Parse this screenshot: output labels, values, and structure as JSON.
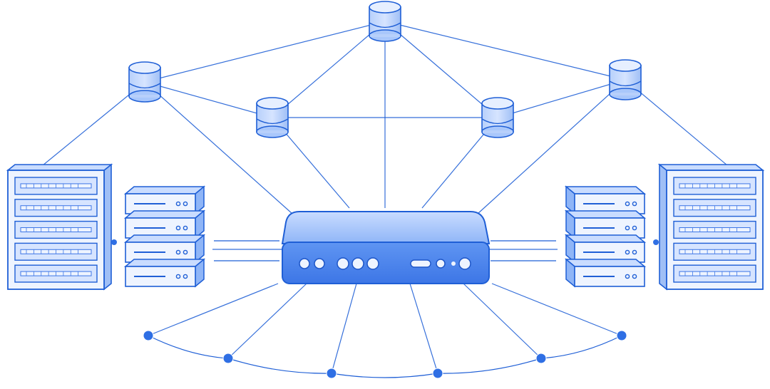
{
  "diagram": {
    "kind": "network-topology",
    "colors": {
      "line": "#1f5fd6",
      "fill_light": "#dbe8ff",
      "fill_mid": "#a9c7fb",
      "fill_dark": "#4a84ee",
      "node": "#2f6fe4",
      "background": "#ffffff"
    },
    "nodes": [
      {
        "id": "db-top",
        "icon": "database-icon"
      },
      {
        "id": "db-upper-left",
        "icon": "database-icon"
      },
      {
        "id": "db-upper-right",
        "icon": "database-icon"
      },
      {
        "id": "db-inner-left",
        "icon": "database-icon"
      },
      {
        "id": "db-inner-right",
        "icon": "database-icon"
      },
      {
        "id": "router-center",
        "icon": "router-icon"
      },
      {
        "id": "rack-left",
        "icon": "server-rack-icon"
      },
      {
        "id": "rack-right",
        "icon": "server-rack-icon"
      },
      {
        "id": "stack-left",
        "icon": "server-stack-icon"
      },
      {
        "id": "stack-right",
        "icon": "server-stack-icon"
      },
      {
        "id": "endpoint-1",
        "icon": "endpoint-dot-icon"
      },
      {
        "id": "endpoint-2",
        "icon": "endpoint-dot-icon"
      },
      {
        "id": "endpoint-3",
        "icon": "endpoint-dot-icon"
      },
      {
        "id": "endpoint-4",
        "icon": "endpoint-dot-icon"
      },
      {
        "id": "endpoint-5",
        "icon": "endpoint-dot-icon"
      },
      {
        "id": "endpoint-6",
        "icon": "endpoint-dot-icon"
      }
    ],
    "edges": [
      [
        "db-top",
        "db-upper-left"
      ],
      [
        "db-top",
        "db-upper-right"
      ],
      [
        "db-top",
        "db-inner-left"
      ],
      [
        "db-top",
        "db-inner-right"
      ],
      [
        "db-top",
        "router-center"
      ],
      [
        "db-upper-left",
        "db-inner-left"
      ],
      [
        "db-upper-left",
        "rack-left"
      ],
      [
        "db-upper-left",
        "router-center"
      ],
      [
        "db-upper-right",
        "db-inner-right"
      ],
      [
        "db-upper-right",
        "rack-right"
      ],
      [
        "db-upper-right",
        "router-center"
      ],
      [
        "db-inner-left",
        "db-inner-right"
      ],
      [
        "db-inner-left",
        "router-center"
      ],
      [
        "db-inner-right",
        "router-center"
      ],
      [
        "stack-left",
        "router-center"
      ],
      [
        "stack-right",
        "router-center"
      ],
      [
        "router-center",
        "endpoint-1"
      ],
      [
        "router-center",
        "endpoint-2"
      ],
      [
        "router-center",
        "endpoint-3"
      ],
      [
        "router-center",
        "endpoint-4"
      ],
      [
        "router-center",
        "endpoint-5"
      ],
      [
        "router-center",
        "endpoint-6"
      ],
      [
        "endpoint-1",
        "endpoint-2"
      ],
      [
        "endpoint-2",
        "endpoint-3"
      ],
      [
        "endpoint-3",
        "endpoint-4"
      ],
      [
        "endpoint-4",
        "endpoint-5"
      ],
      [
        "endpoint-5",
        "endpoint-6"
      ]
    ]
  }
}
